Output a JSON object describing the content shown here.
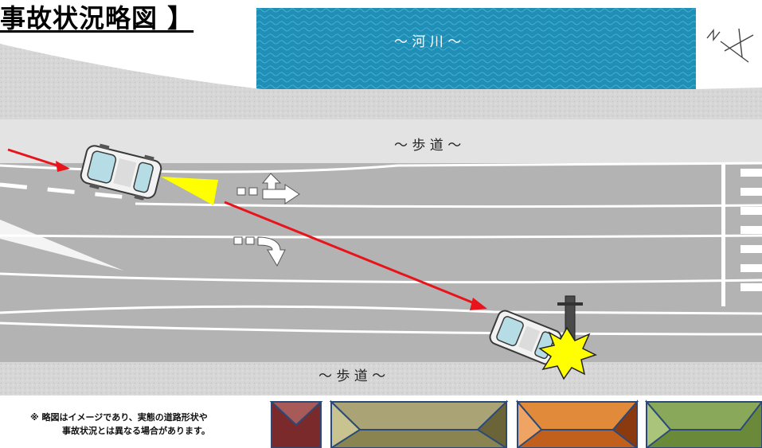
{
  "title": "事故状況略図 】",
  "labels": {
    "river": "～ 河 川 ～",
    "sidewalk_top": "～ 歩 道 ～",
    "sidewalk_bottom": "～ 歩 道 ～"
  },
  "note": {
    "line1": "※ 略図はイメージであり、実態の道路形状や",
    "line2": "事故状況とは異なる場合があります。"
  },
  "colors": {
    "river": "#1f8fb8",
    "road": "#b3b3b3",
    "sidewalk": "#d9d9d9",
    "lane_marking": "#ffffff",
    "path_arrow": "#e8141b",
    "headlight": "#ffff00",
    "impact": "#ffff00",
    "car_body": "#f2f2f2",
    "car_glass": "#b6dde6"
  },
  "icons": [
    "car-icon",
    "straight-or-right-turn-arrow-icon",
    "right-turn-arrow-icon",
    "utility-pole-icon",
    "impact-burst-icon",
    "compass-north-icon",
    "roof-icon"
  ]
}
